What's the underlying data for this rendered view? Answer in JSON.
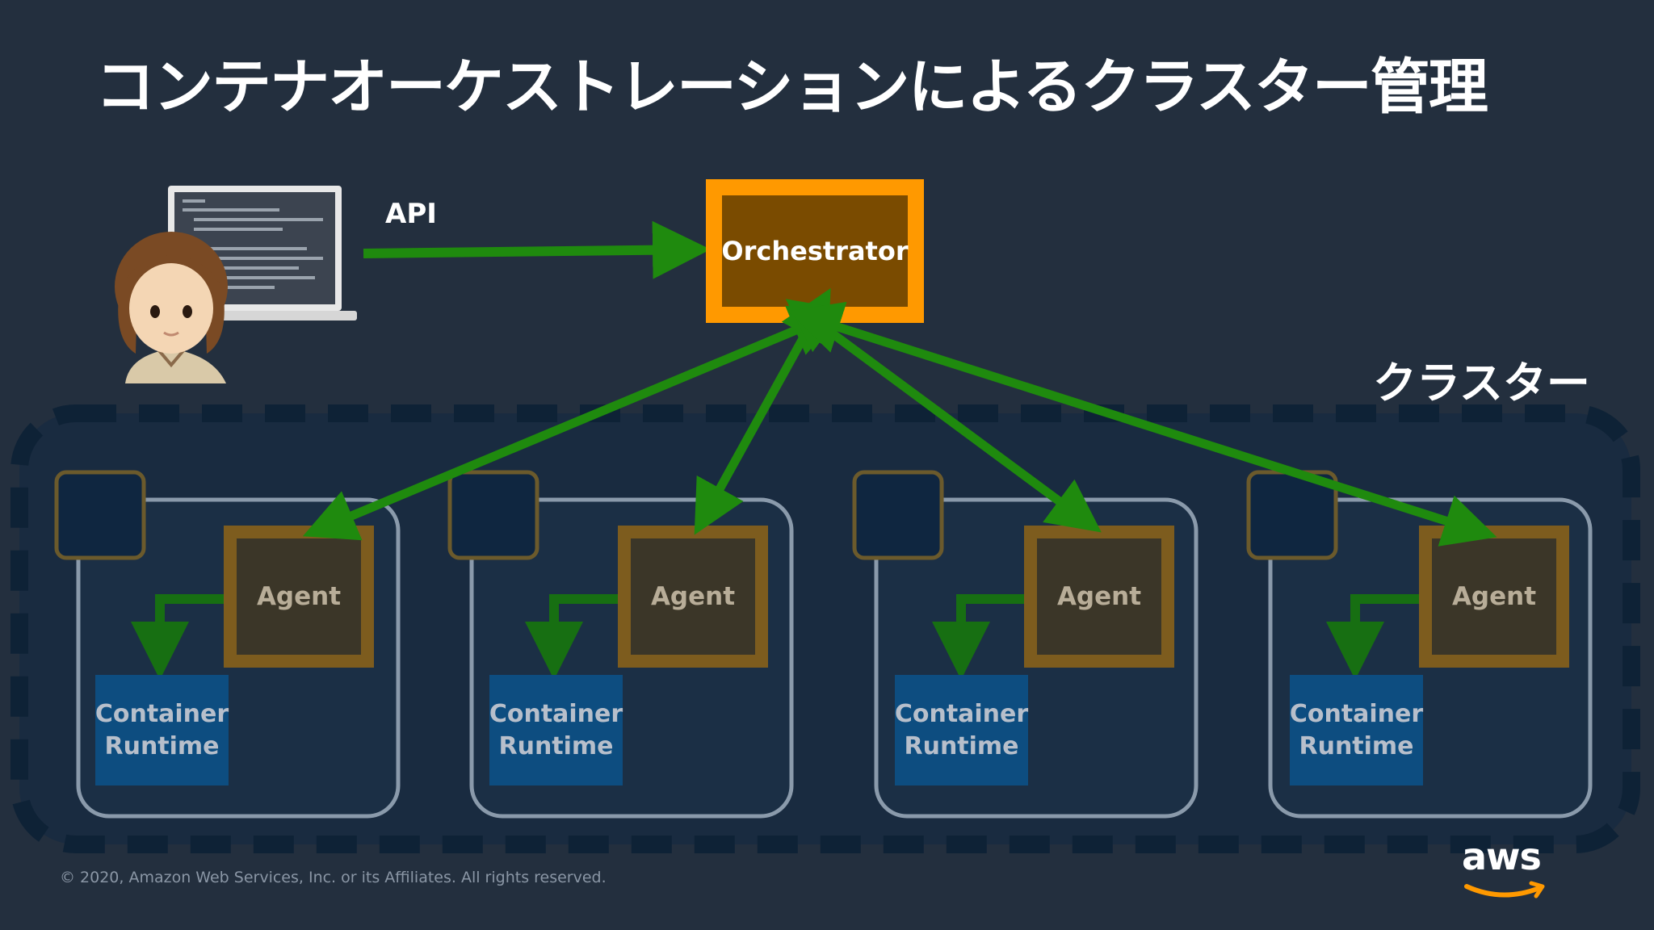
{
  "title": "コンテナオーケストレーションによるクラスター管理",
  "api_label": "API",
  "cluster_label": "クラスター",
  "orchestrator_label": "Orchestrator",
  "nodes": [
    {
      "agent": "Agent",
      "runtime": "Container\nRuntime"
    },
    {
      "agent": "Agent",
      "runtime": "Container\nRuntime"
    },
    {
      "agent": "Agent",
      "runtime": "Container\nRuntime"
    },
    {
      "agent": "Agent",
      "runtime": "Container\nRuntime"
    }
  ],
  "footer": "© 2020, Amazon Web Services, Inc. or its Affiliates. All rights reserved.",
  "logo_text": "aws",
  "colors": {
    "background": "#232f3e",
    "orchestrator_border": "#ff9900",
    "orchestrator_fill": "#7a4b00",
    "arrow": "#1f8a0e",
    "agent_border": "#7d5c1e",
    "runtime_fill": "#0d4d80",
    "aws_smile": "#ff9900"
  },
  "icons": [
    "developer-avatar-icon",
    "laptop-icon",
    "aws-smile-icon"
  ]
}
